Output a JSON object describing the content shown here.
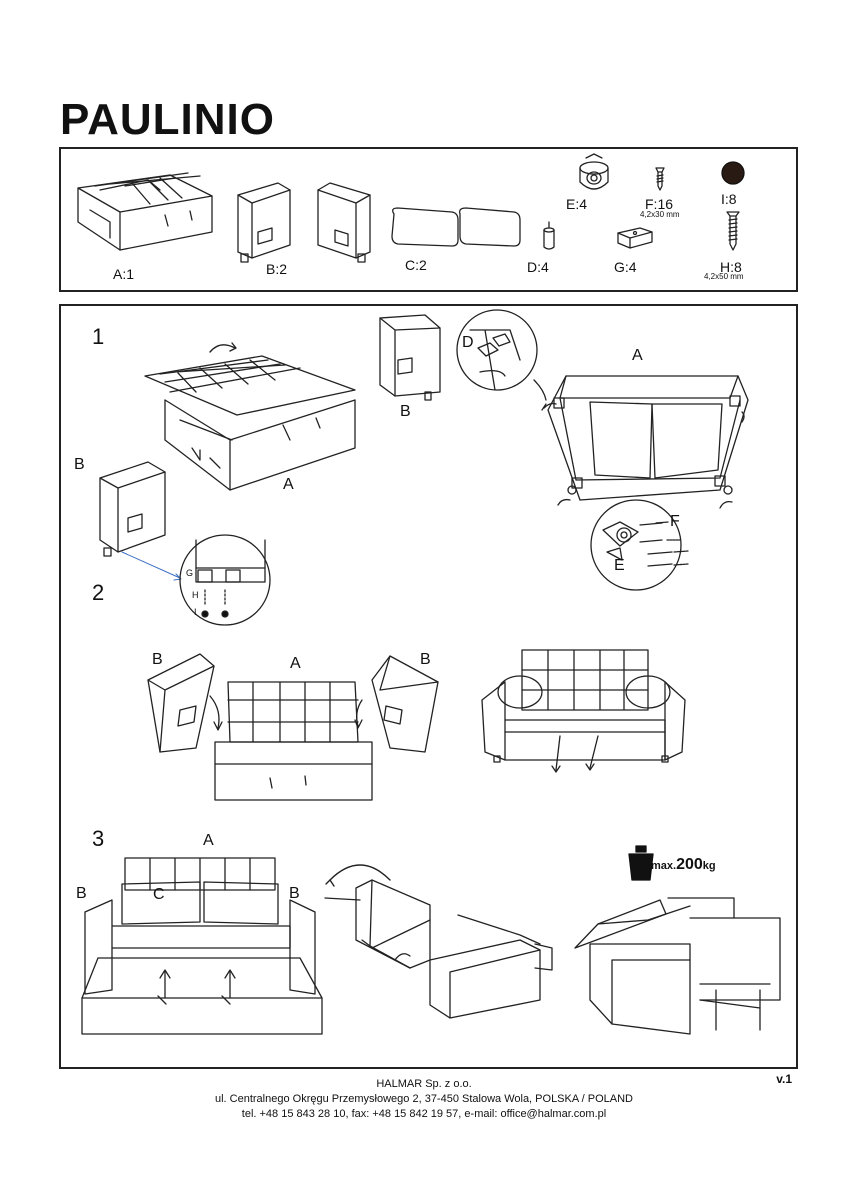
{
  "title": "PAULINIO",
  "parts": {
    "A": "A:1",
    "B": "B:2",
    "C": "C:2",
    "D": "D:4",
    "E": "E:4",
    "F": "F:16",
    "F_size": "4,2x30 mm",
    "G": "G:4",
    "H": "H:8",
    "H_size": "4,2x50 mm",
    "I": "I:8"
  },
  "steps": {
    "s1": "1",
    "s2": "2",
    "s3": "3",
    "labels": {
      "A": "A",
      "B": "B",
      "C": "C",
      "D": "D",
      "E": "E",
      "F": "F",
      "G": "G",
      "H": "H",
      "I": "I"
    }
  },
  "max_load": {
    "prefix": "max.",
    "value": "200",
    "unit": "kg"
  },
  "footer": {
    "company": "HALMAR Sp. z o.o.",
    "address": "ul. Centralnego Okręgu Przemysłowego 2, 37-450 Stalowa Wola, POLSKA / POLAND",
    "contact": "tel. +48 15 843 28 10, fax: +48 15 842 19 57, e-mail: office@halmar.com.pl"
  },
  "version": "v.1"
}
